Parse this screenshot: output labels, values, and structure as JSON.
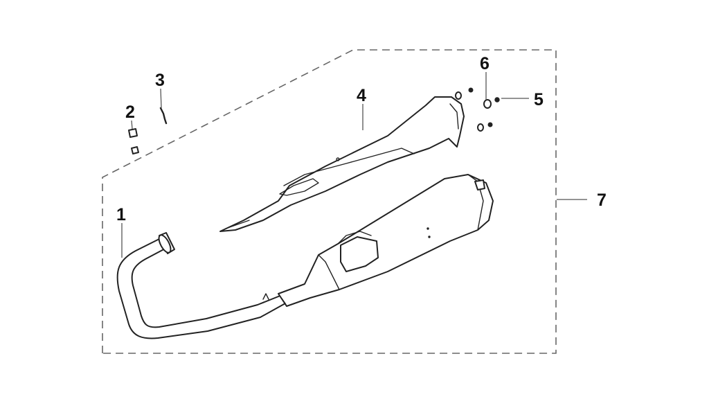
{
  "diagram": {
    "callouts": [
      "1",
      "2",
      "3",
      "4",
      "5",
      "6",
      "7"
    ]
  },
  "colors": {
    "line": "#222222",
    "dashed_boundary": "#666666",
    "background": "#ffffff"
  }
}
